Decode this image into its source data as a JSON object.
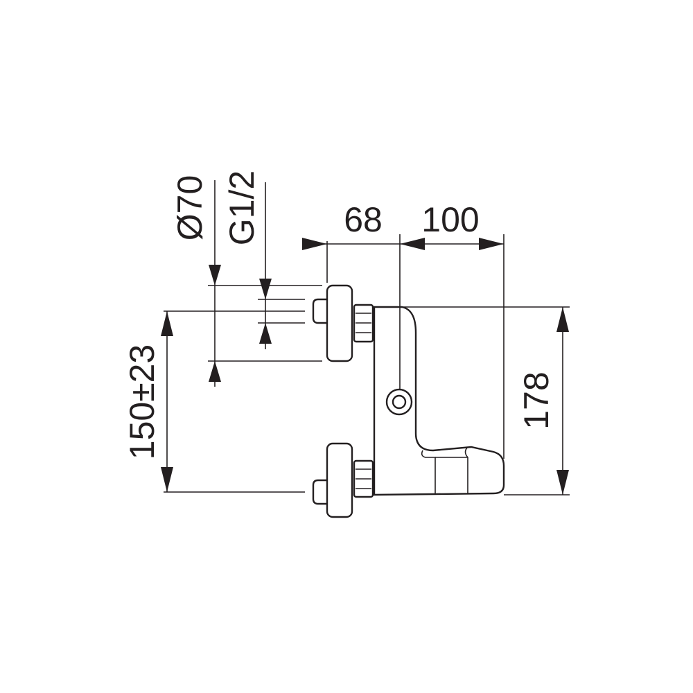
{
  "drawing": {
    "line_color": "#231f20",
    "background": "#ffffff"
  },
  "dimensions": {
    "diameter": "Ø70",
    "thread": "G1/2",
    "depth_68": "68",
    "depth_100": "100",
    "height_178": "178",
    "spacing": "150±23"
  }
}
